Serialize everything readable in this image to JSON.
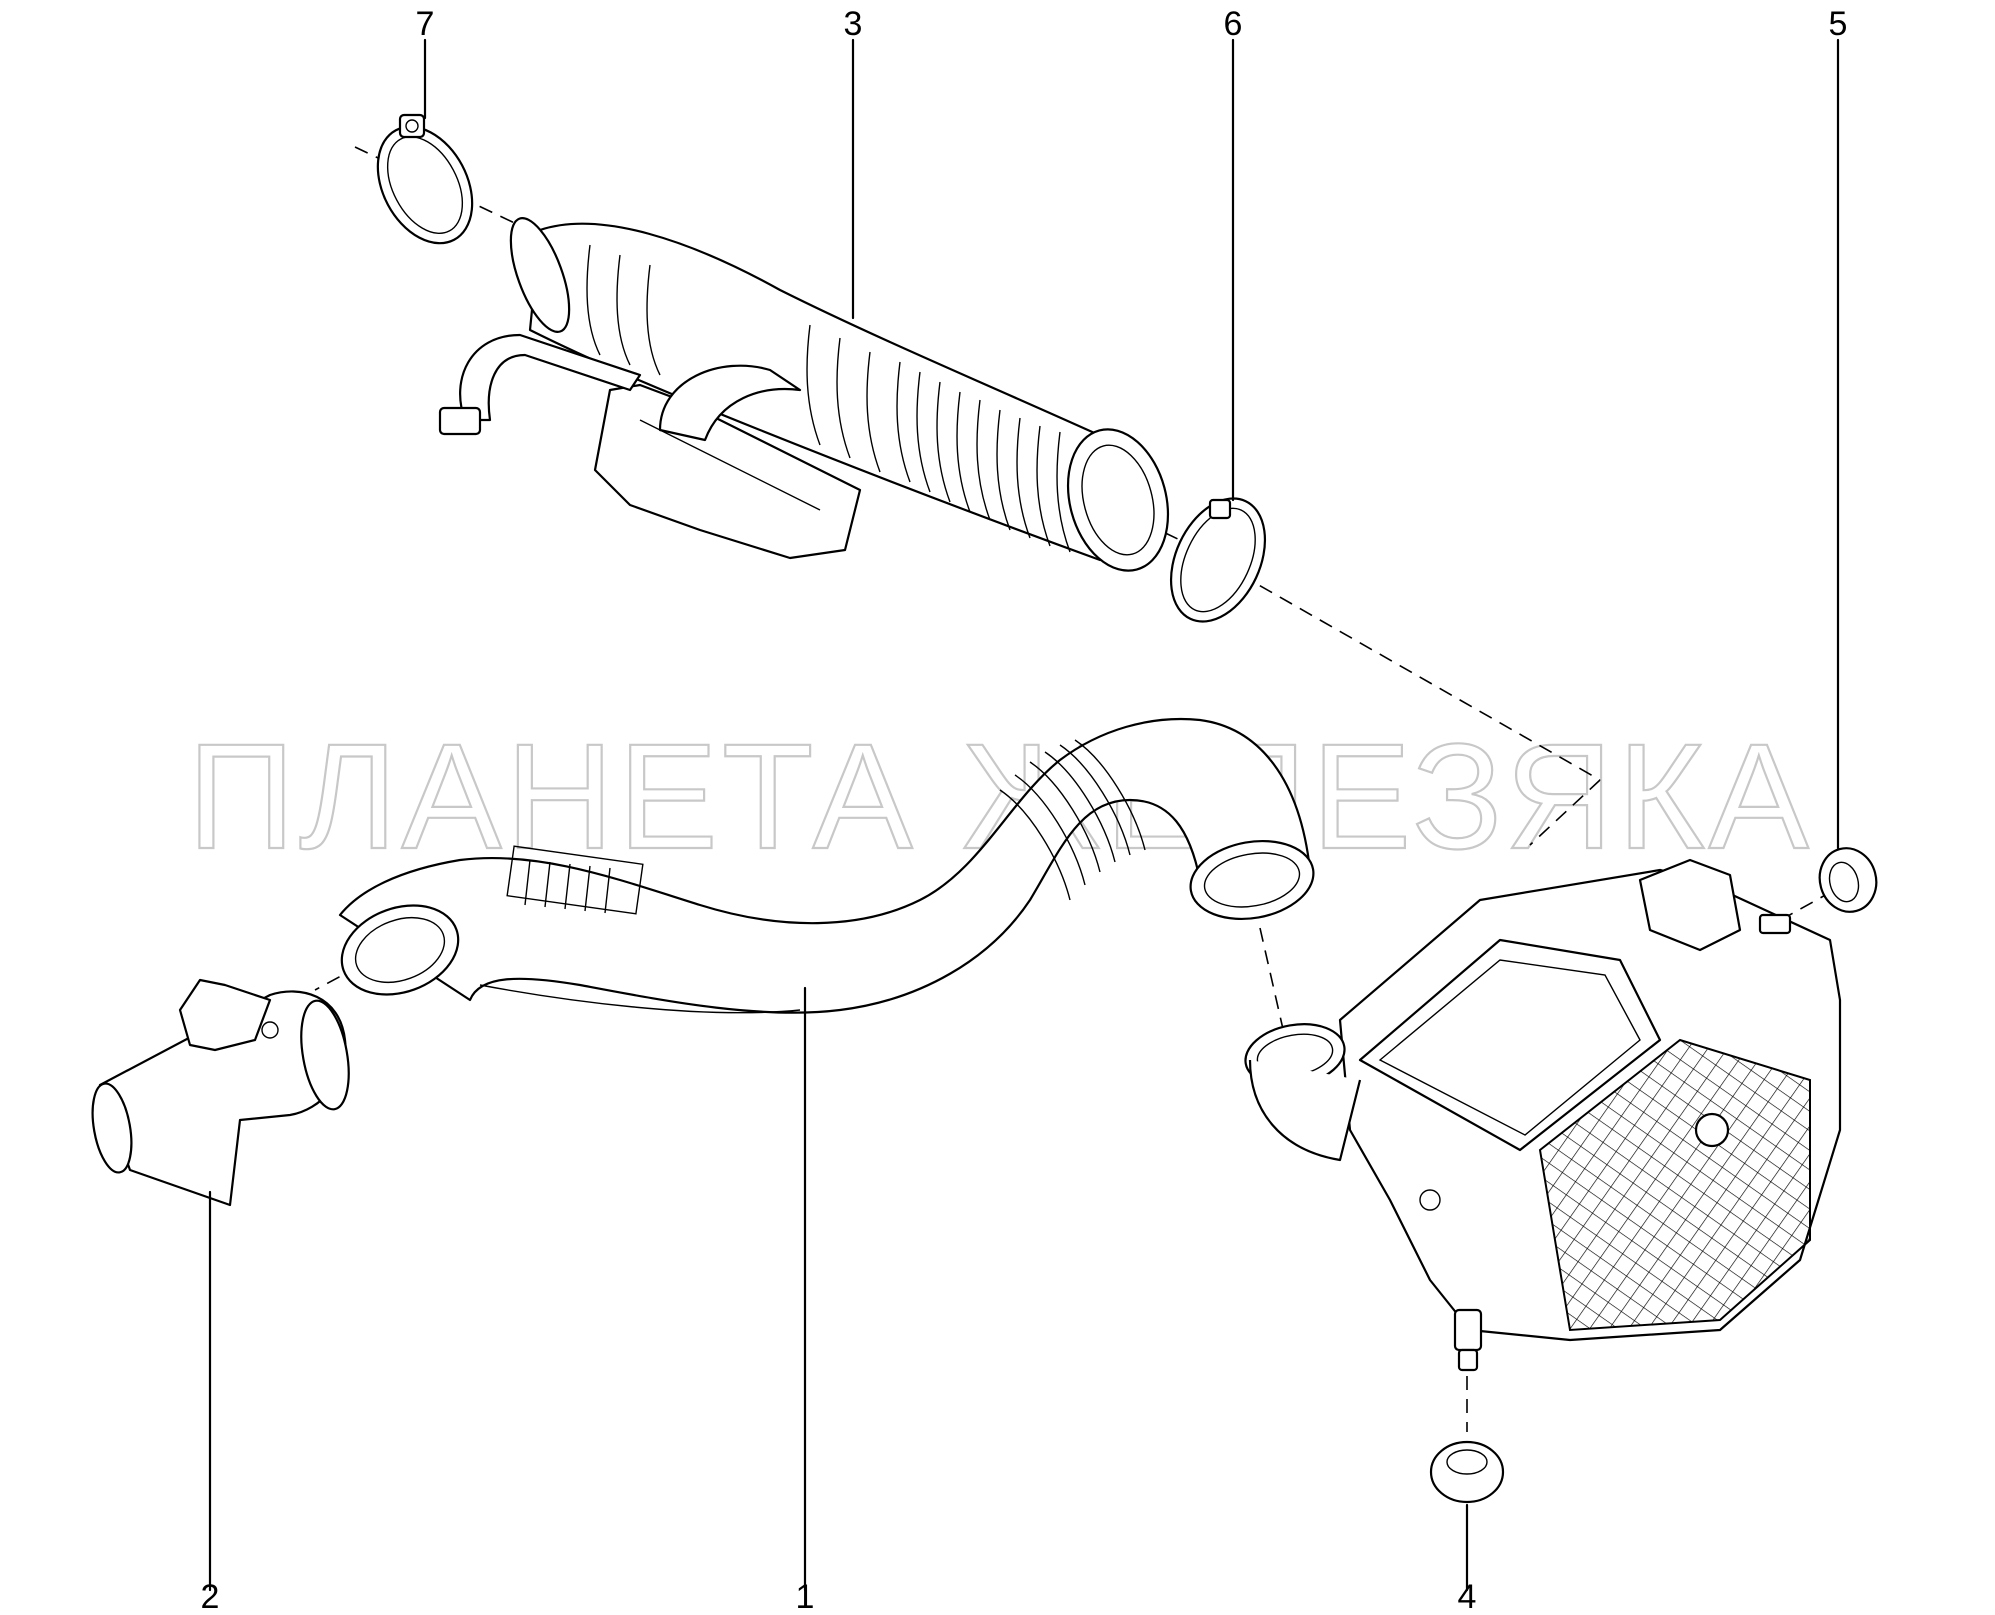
{
  "watermark": "ПЛАНЕТА ЖЕЛЕЗЯКА",
  "callouts": {
    "c1": "1",
    "c2": "2",
    "c3": "3",
    "c4": "4",
    "c5": "5",
    "c6": "6",
    "c7": "7"
  },
  "colors": {
    "line": "#000000",
    "background": "#ffffff",
    "watermark": "#c8c8c8"
  }
}
